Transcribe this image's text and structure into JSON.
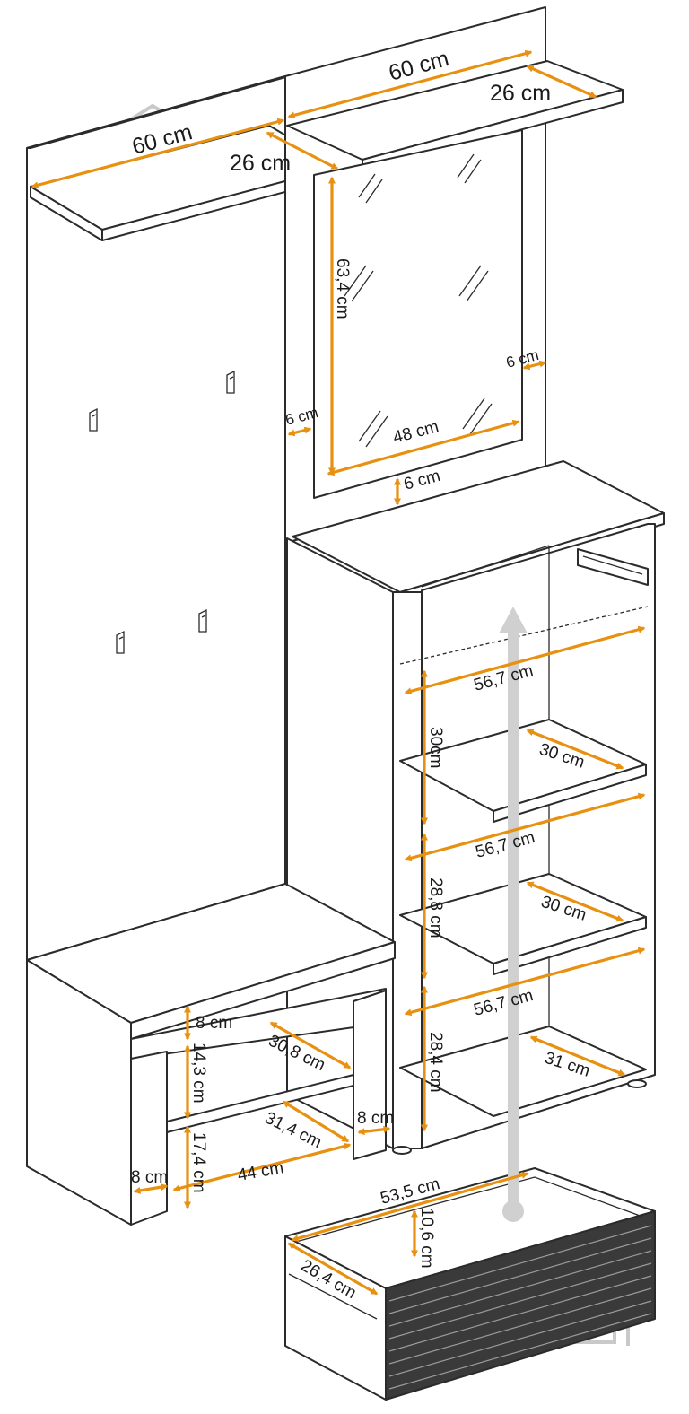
{
  "colors": {
    "dimension": "#e8900f",
    "outline": "#2b2b2b",
    "drawer_front": "#3a3a3a",
    "flow_arrow": "#d0d0d0",
    "watermark": "#c9c9c9"
  },
  "icons": [
    "coat-hook-icon",
    "house-watermark-icon",
    "drawer-slide-icon",
    "insert-drawer-arrow-icon"
  ],
  "dimensions": {
    "left_shelf_width": "60 cm",
    "left_shelf_depth": "26 cm",
    "right_shelf_width": "60 cm",
    "right_shelf_depth": "26 cm",
    "mirror_height": "63,4 cm",
    "mirror_frame_right": "6 cm",
    "mirror_frame_left": "6 cm",
    "mirror_width": "48 cm",
    "mirror_frame_bottom": "6 cm",
    "cabinet_width_top": "56,7 cm",
    "cabinet_height_top": "30cm",
    "shelf_depth_top": "30 cm",
    "cabinet_width_mid": "56,7 cm",
    "cabinet_height_mid": "28,8 cm",
    "shelf_depth_mid": "30 cm",
    "cabinet_width_bottom": "56,7 cm",
    "cabinet_height_bottom": "28,4 cm",
    "shelf_depth_bottom": "31 cm",
    "bench_top_thickness": "8 cm",
    "bench_compartment_depth_upper": "30,8 cm",
    "bench_compartment_height_upper": "14,3 cm",
    "bench_side_right": "8 cm",
    "bench_compartment_depth_lower": "31,4 cm",
    "bench_compartment_height_lower": "17,4 cm",
    "bench_side_left": "8 cm",
    "bench_opening_width": "44 cm",
    "drawer_width": "53,5 cm",
    "drawer_height": "10,6 cm",
    "drawer_depth": "26,4 cm"
  }
}
